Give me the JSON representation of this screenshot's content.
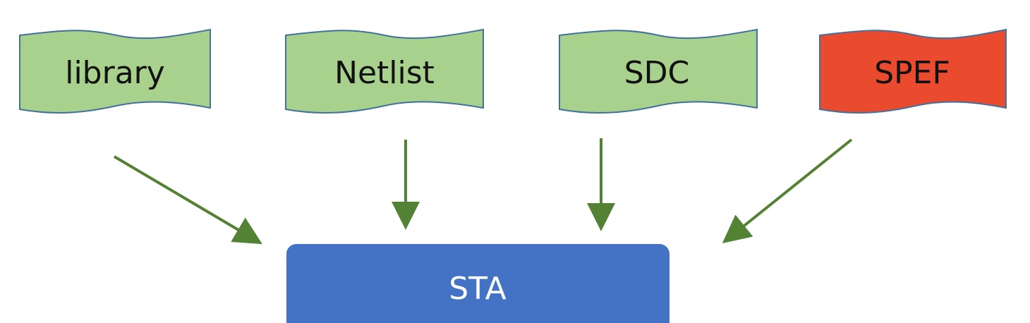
{
  "inputs": [
    {
      "label": "library",
      "color": "#a9d18e"
    },
    {
      "label": "Netlist",
      "color": "#a9d18e"
    },
    {
      "label": "SDC",
      "color": "#a9d18e"
    },
    {
      "label": "SPEF",
      "color": "#ea4b2f"
    }
  ],
  "output": {
    "label": "STA",
    "color": "#4472c4"
  },
  "arrow_color": "#548235",
  "border_color": "#41719c"
}
